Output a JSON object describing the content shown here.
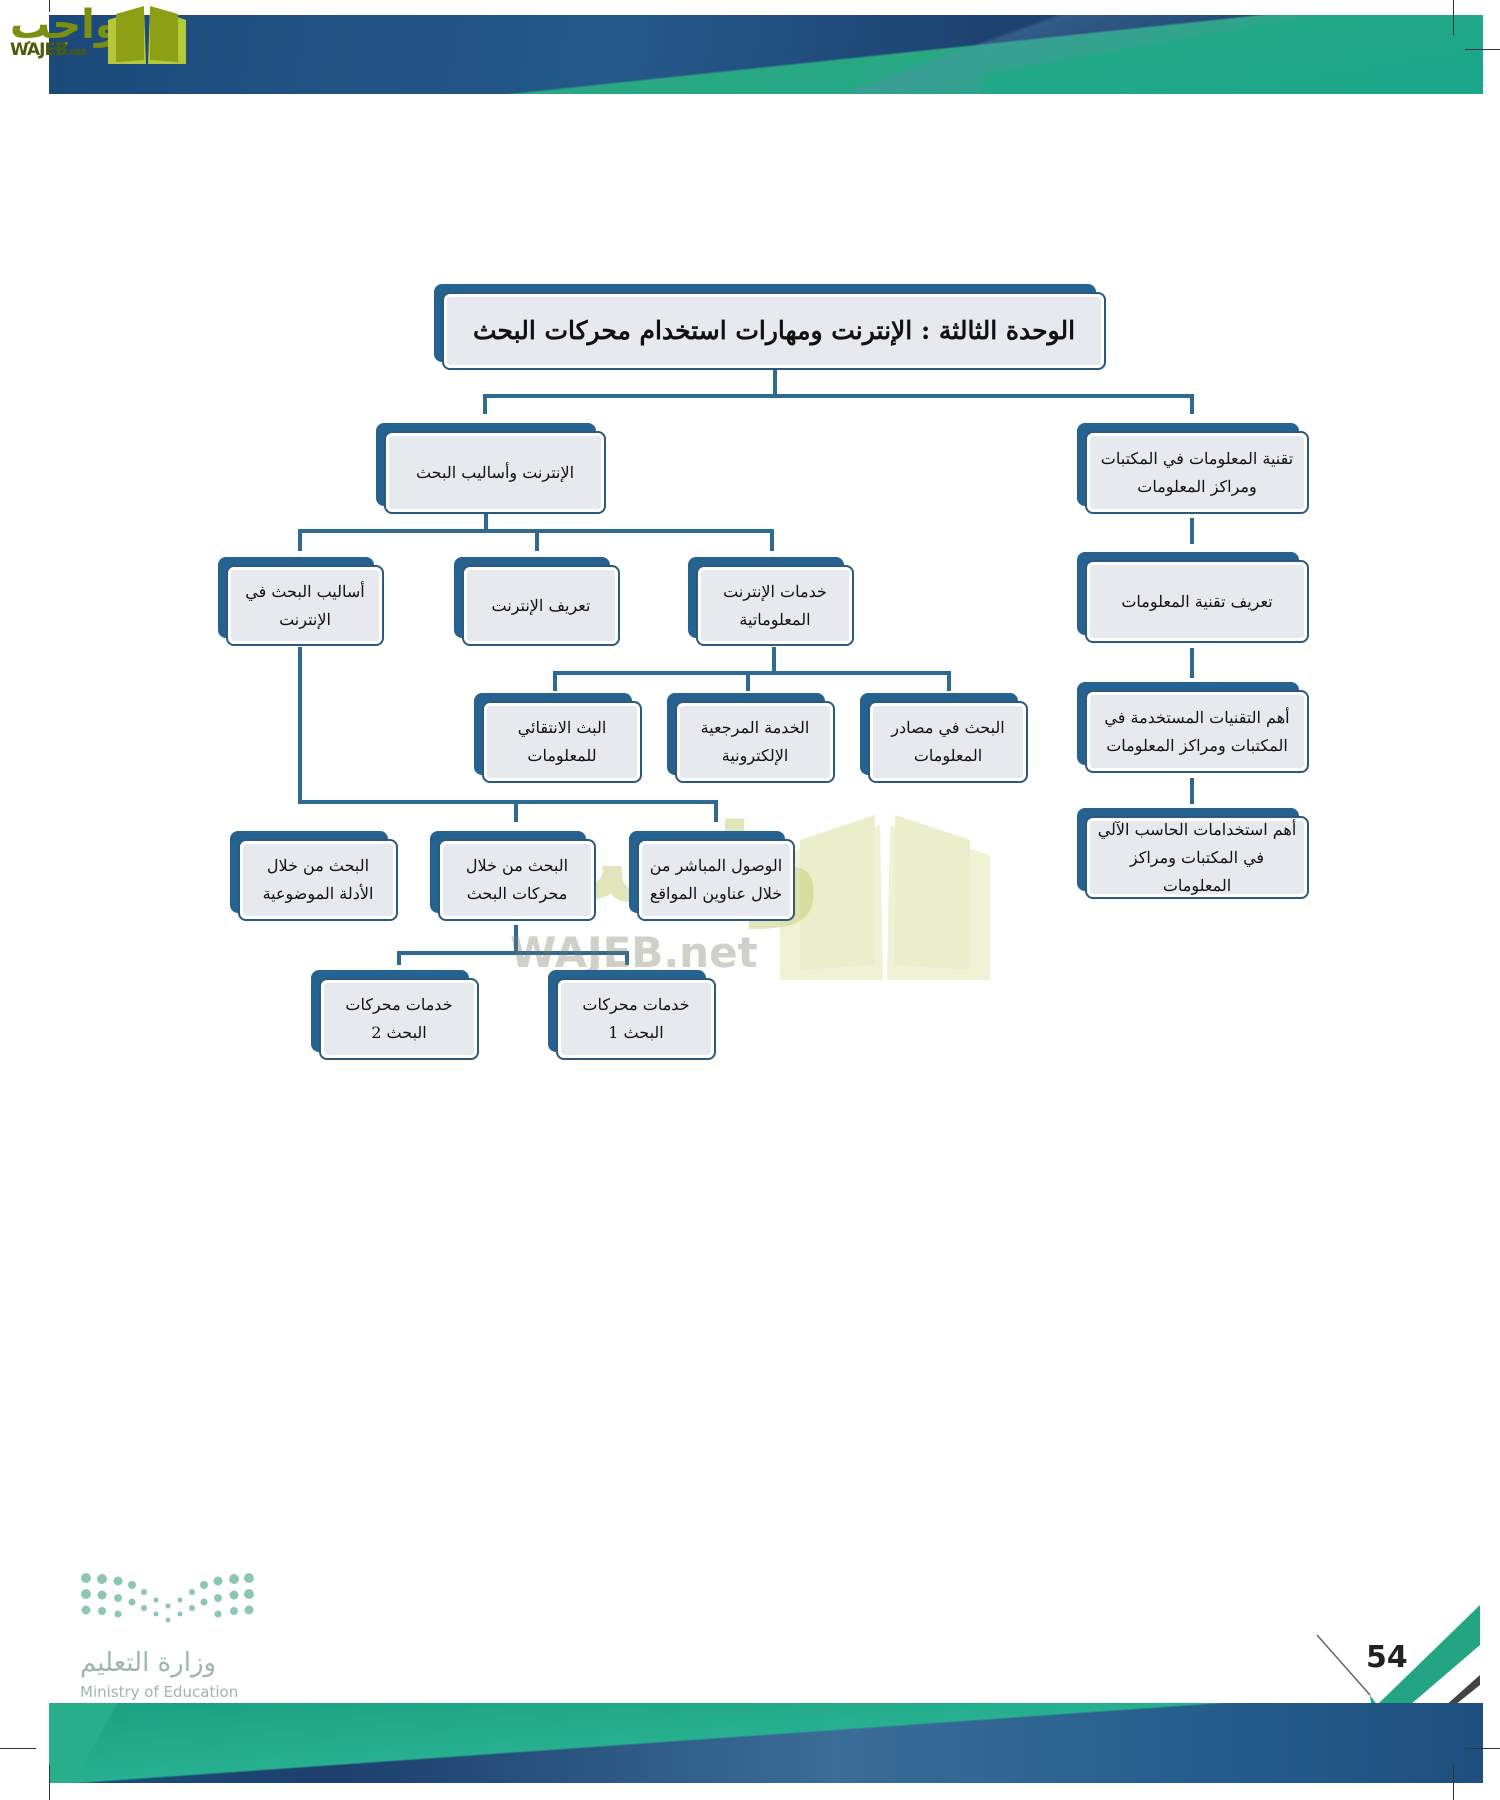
{
  "header": {
    "brand_ar": "واجب",
    "brand_en": "WAJEB",
    "brand_suffix": ".net"
  },
  "diagram": {
    "root": "الوحدة الثالثة : الإنترنت ومهارات استخدام محركات البحث",
    "branch_right": {
      "label": "تقنية المعلومات في المكتبات ومراكز المعلومات",
      "children": [
        "تعريف تقنية المعلومات",
        "أهم التقنيات المستخدمة في المكتبات ومراكز المعلومات",
        "أهم استخدامات الحاسب الآلي في المكتبات ومراكز المعلومات"
      ]
    },
    "branch_left": {
      "label": "الإنترنت وأساليب البحث",
      "children": {
        "services": "خدمات الإنترنت المعلوماتية",
        "definition": "تعريف الإنترنت",
        "methods": "أساليب البحث في الإنترنت"
      },
      "services_children": [
        "البحث في مصادر المعلومات",
        "الخدمة المرجعية الإلكترونية",
        "البث الانتقائي للمعلومات"
      ],
      "methods_children": [
        "الوصول المباشر من خلال عناوين المواقع",
        "البحث من خلال محركات البحث",
        "البحث من خلال الأدلة الموضوعية"
      ],
      "engine_children": [
        "خدمات محركات البحث 1",
        "خدمات محركات البحث 2"
      ]
    }
  },
  "watermark": {
    "text_ar": "واجب",
    "text_en": "WAJEB.net"
  },
  "footer": {
    "ministry_ar": "وزارة التعليم",
    "ministry_en": "Ministry of Education",
    "page_number": "54"
  },
  "colors": {
    "navy": "#1d4a78",
    "teal": "#22a987",
    "box_back": "#26628f",
    "box_fill": "#e6e9ee",
    "connector": "#2f6a92"
  }
}
